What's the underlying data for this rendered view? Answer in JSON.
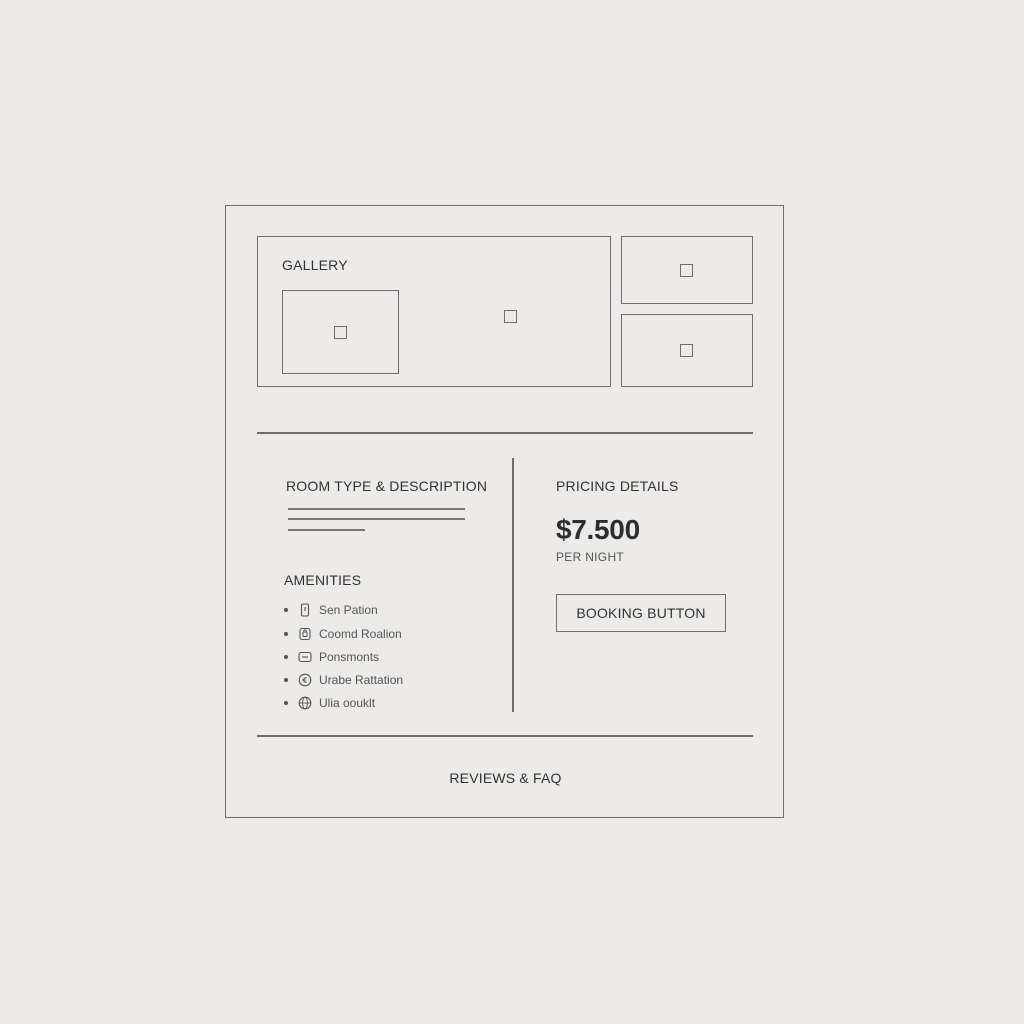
{
  "gallery": {
    "label": "GALLERY"
  },
  "room": {
    "heading": "ROOM TYPE & DESCRIPTION"
  },
  "amenities": {
    "heading": "AMENITIES",
    "items": [
      {
        "label": "Sen Pation",
        "icon": "phone-icon"
      },
      {
        "label": "Coomd Roalion",
        "icon": "lock-icon"
      },
      {
        "label": "Ponsmonts",
        "icon": "monitor-icon"
      },
      {
        "label": "Urabe Rattation",
        "icon": "currency-icon"
      },
      {
        "label": "Ulia oouklt",
        "icon": "globe-icon"
      }
    ]
  },
  "pricing": {
    "heading": "PRICING DETAILS",
    "price": "$7.500",
    "unit": "PER NIGHT",
    "button_label": "BOOKING BUTTON"
  },
  "footer": {
    "label": "REVIEWS & FAQ"
  }
}
